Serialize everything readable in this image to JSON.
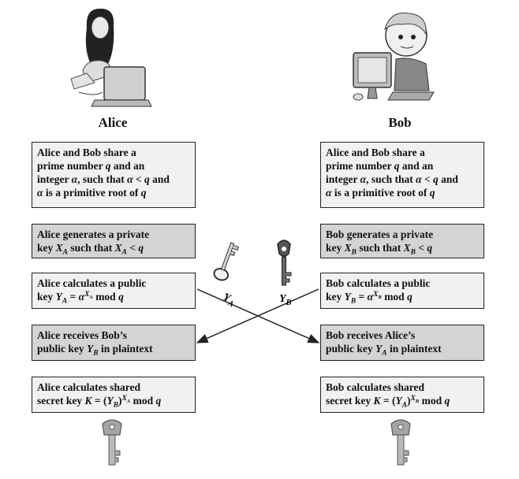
{
  "parties": {
    "alice": "Alice",
    "bob": "Bob"
  },
  "alice_steps": {
    "share": [
      "Alice and Bob share a",
      "prime number q and an",
      "integer α, such that α < q and",
      "α is a primitive root of q"
    ],
    "private": [
      "Alice generates a private",
      "key X_A such that X_A < q"
    ],
    "public": [
      "Alice calculates a public",
      "key Y_A = α^{X_A} mod q"
    ],
    "receive": [
      "Alice receives Bob’s",
      "public key Y_B in plaintext"
    ],
    "secret": [
      "Alice calculates shared",
      "secret key K = (Y_B)^{X_A} mod q"
    ]
  },
  "bob_steps": {
    "share": [
      "Alice and Bob share a",
      "prime number q and an",
      "integer α, such that α < q and",
      "α is a primitive root of q"
    ],
    "private": [
      "Bob generates a private",
      "key X_B such that X_B < q"
    ],
    "public": [
      "Bob calculates a public",
      "key Y_B = α^{X_B} mod q"
    ],
    "receive": [
      "Bob receives Alice’s",
      "public key Y_A in plaintext"
    ],
    "secret": [
      "Bob calculates shared",
      "secret key K = (Y_A)^{X_B} mod q"
    ]
  },
  "key_labels": {
    "alice_public": "Y_A",
    "bob_public": "Y_B"
  },
  "colors": {
    "light_box": "#f1f1f1",
    "dark_box": "#d4d4d4",
    "stroke": "#222222",
    "key_fill": "#9c9c9c"
  },
  "icons": {
    "alice": "person-at-laptop-icon",
    "bob": "person-at-computer-icon",
    "public_key_a": "light-key-icon",
    "public_key_b": "dark-key-icon",
    "shared_key": "silver-key-icon"
  }
}
